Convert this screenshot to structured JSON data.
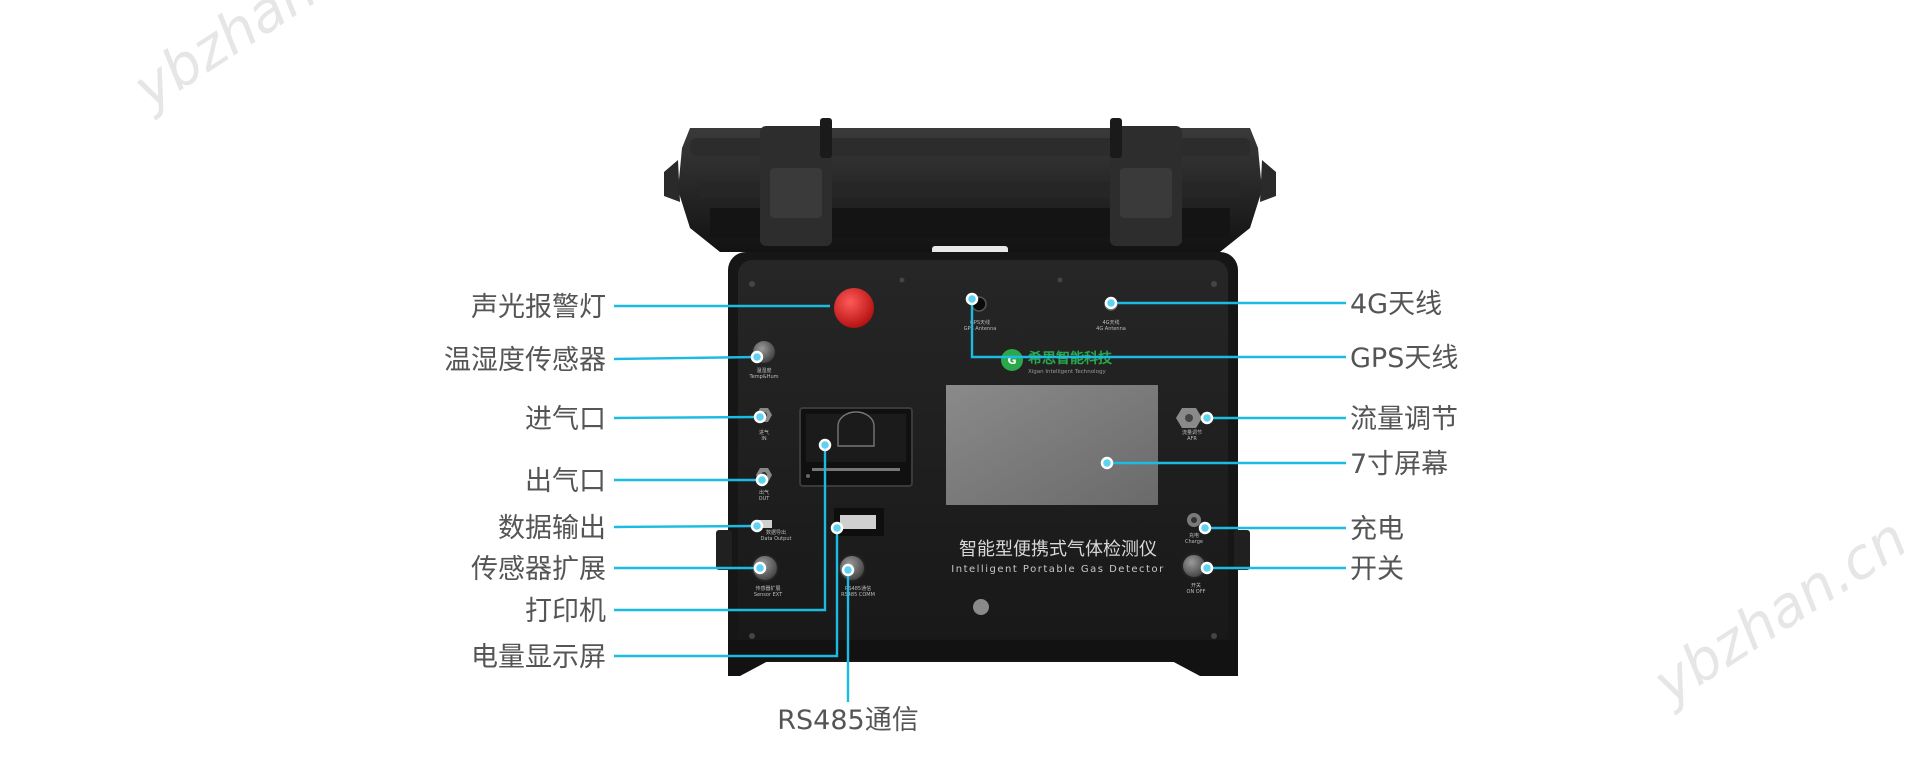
{
  "watermarks": [
    "ybzhan.cn",
    "ybzhan.cn"
  ],
  "device": {
    "brand_name": "希思智能科技",
    "brand_en": "Xigan Intelligent Technology",
    "title_cn": "智能型便携式气体检测仪",
    "title_en": "Intelligent Portable Gas Detector",
    "port_labels": {
      "gps": [
        "GPS天线",
        "GPS Antenna"
      ],
      "g4": [
        "4G天线",
        "4G Antenna"
      ],
      "temp": [
        "温湿度",
        "Temp&Hum"
      ],
      "inlet": [
        "进气",
        "IN"
      ],
      "outlet": [
        "出气",
        "OUT"
      ],
      "data": [
        "数据导出",
        "Data Output"
      ],
      "sensor": [
        "传感器扩展",
        "Sensor EXT"
      ],
      "rs485": [
        "RS485通信",
        "RS485 COMM"
      ],
      "flow": [
        "流量调节",
        "AFR"
      ],
      "charge": [
        "充电",
        "Charge"
      ],
      "power": [
        "开关",
        "ON OFF"
      ]
    }
  },
  "callouts": {
    "left": [
      "声光报警灯",
      "温湿度传感器",
      "进气口",
      "出气口",
      "数据输出",
      "传感器扩展",
      "打印机",
      "电量显示屏"
    ],
    "bottom": "RS485通信",
    "right": [
      "4G天线",
      "GPS天线",
      "流量调节",
      "7寸屏幕",
      "充电",
      "开关"
    ]
  },
  "colors": {
    "leader": "#1bbbe3",
    "dot": "#5fd2f2",
    "label": "#555555",
    "case": "#1d1d1d",
    "brand_green": "#2aa84a"
  }
}
